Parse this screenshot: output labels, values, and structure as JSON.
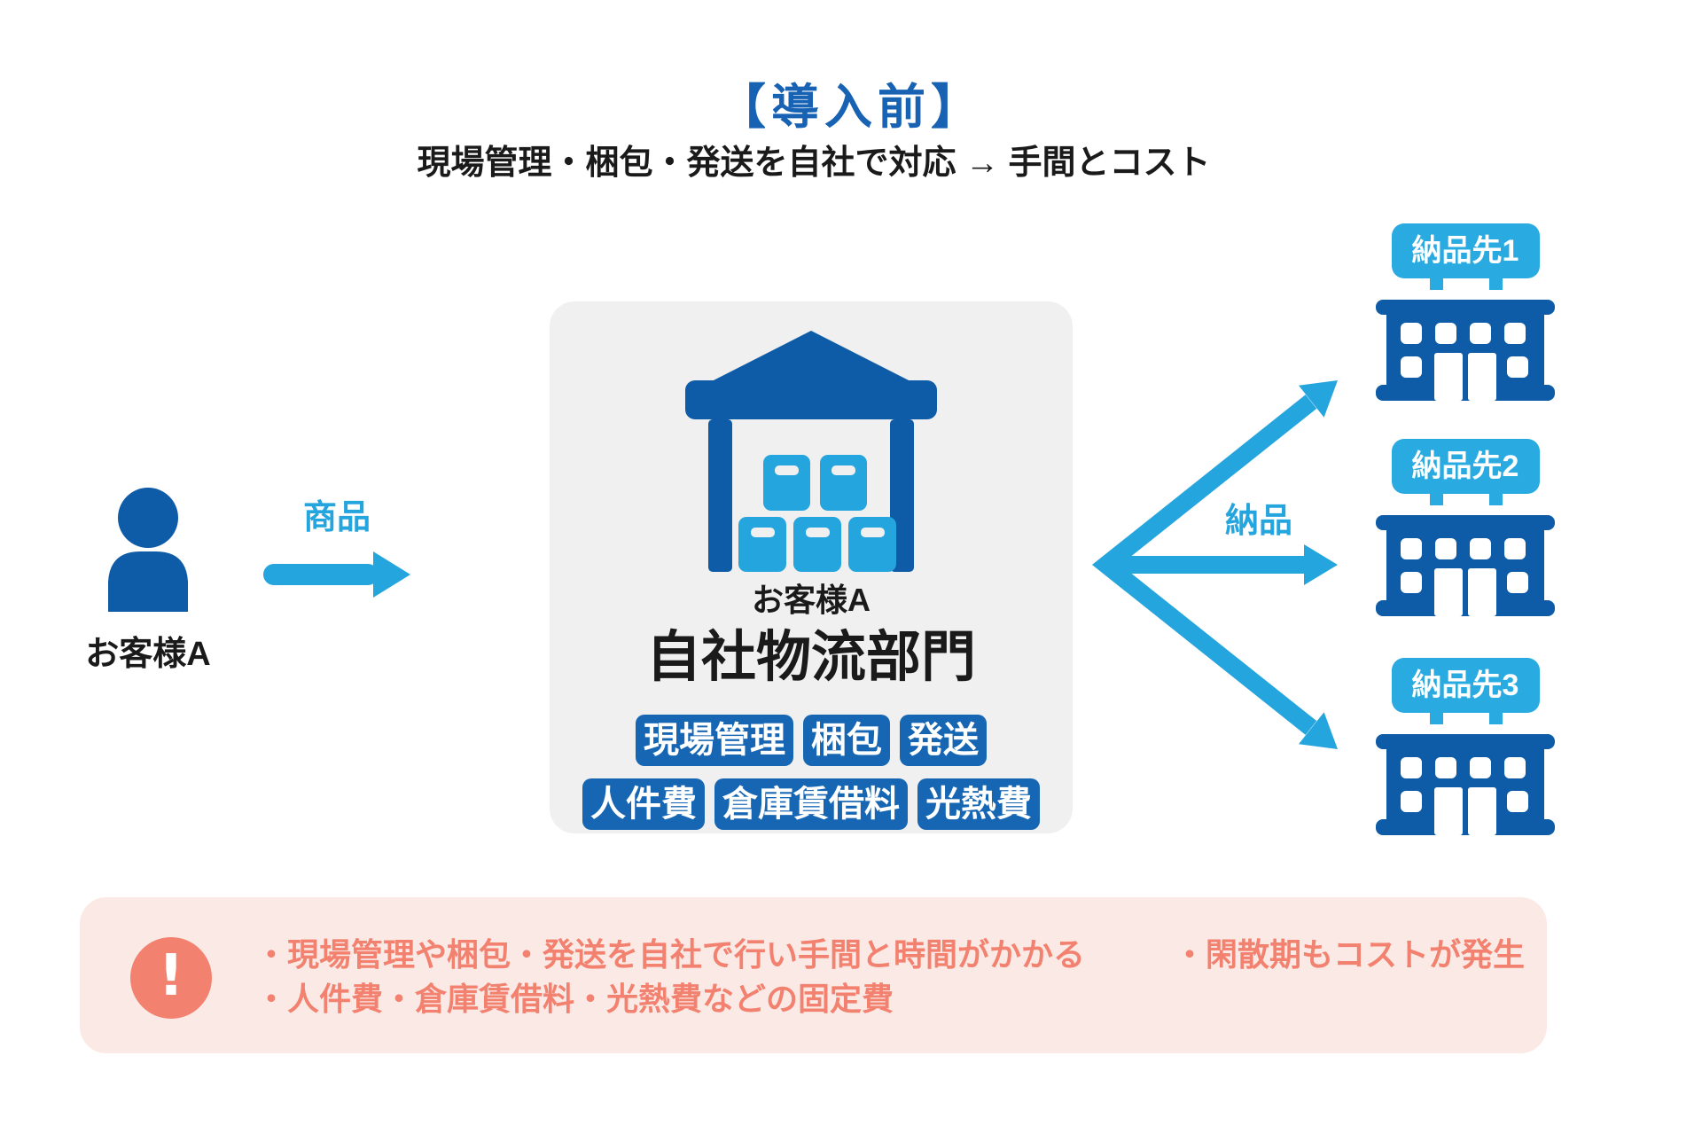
{
  "title": "【導入前】",
  "subtitle": "現場管理・梱包・発送を自社で対応 → 手間とコスト",
  "customer": {
    "label": "お客様A"
  },
  "product_arrow": {
    "label": "商品"
  },
  "warehouse": {
    "owner": "お客様A",
    "name": "自社物流部門",
    "tags_row1": [
      "現場管理",
      "梱包",
      "発送"
    ],
    "tags_row2": [
      "人件費",
      "倉庫賃借料",
      "光熱費"
    ]
  },
  "delivery_arrow": {
    "label": "納品"
  },
  "destinations": [
    {
      "label": "納品先1"
    },
    {
      "label": "納品先2"
    },
    {
      "label": "納品先3"
    }
  ],
  "warning": {
    "exclamation": "!",
    "line1_left": "・現場管理や梱包・発送を自社で行い手間と時間がかかる",
    "line1_right": "・閑散期もコストが発生",
    "line2": "・人件費・倉庫賃借料・光熱費などの固定費"
  },
  "colors": {
    "title_blue": "#1862B4",
    "dark_blue": "#0E5CA8",
    "light_blue": "#25A5DE",
    "tag_blue": "#1666B4",
    "box_gray": "#F0F0F1",
    "warning_bg": "#FBE9E6",
    "warning_accent": "#F2826F"
  }
}
